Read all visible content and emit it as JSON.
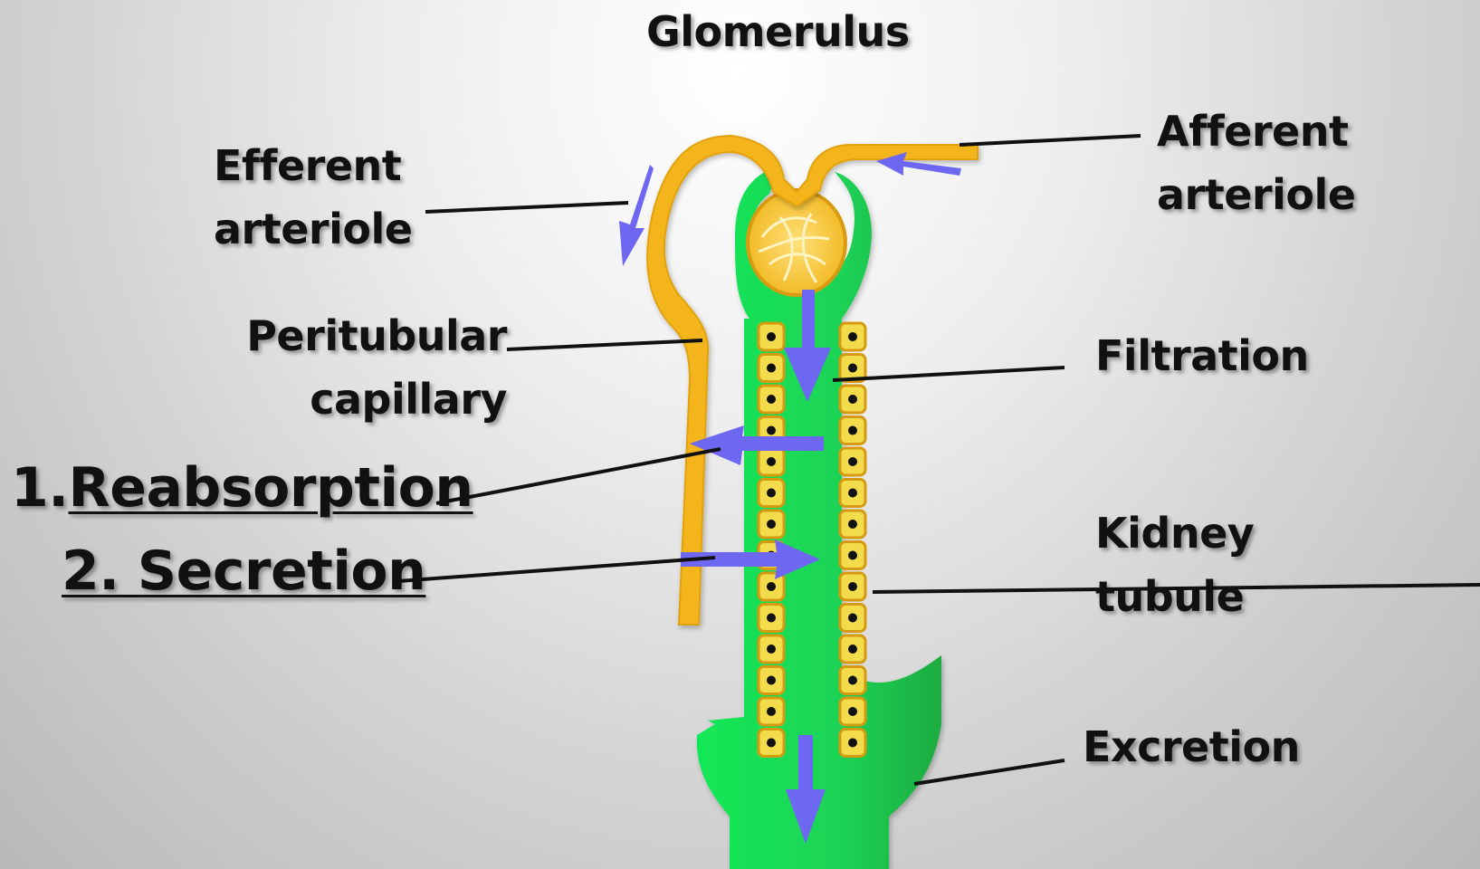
{
  "labels": {
    "glomerulus": "Glomerulus",
    "afferent_line1": "Afferent",
    "afferent_line2": "arteriole",
    "efferent_line1": "Efferent",
    "efferent_line2": "arteriole",
    "peritubular_line1": "Peritubular",
    "peritubular_line2": "capillary",
    "filtration": "Filtration",
    "reabsorption_num": "1.",
    "reabsorption": "Reabsorption",
    "secretion": "2. Secretion",
    "kidney_line1": "Kidney",
    "kidney_line2": "tubule",
    "excretion": "Excretion"
  },
  "colors": {
    "tubule": "#22d65a",
    "vessel": "#f4b41a",
    "cell_fill": "#f2dc4c",
    "arrow": "#6e67f2",
    "leader": "#111111"
  }
}
